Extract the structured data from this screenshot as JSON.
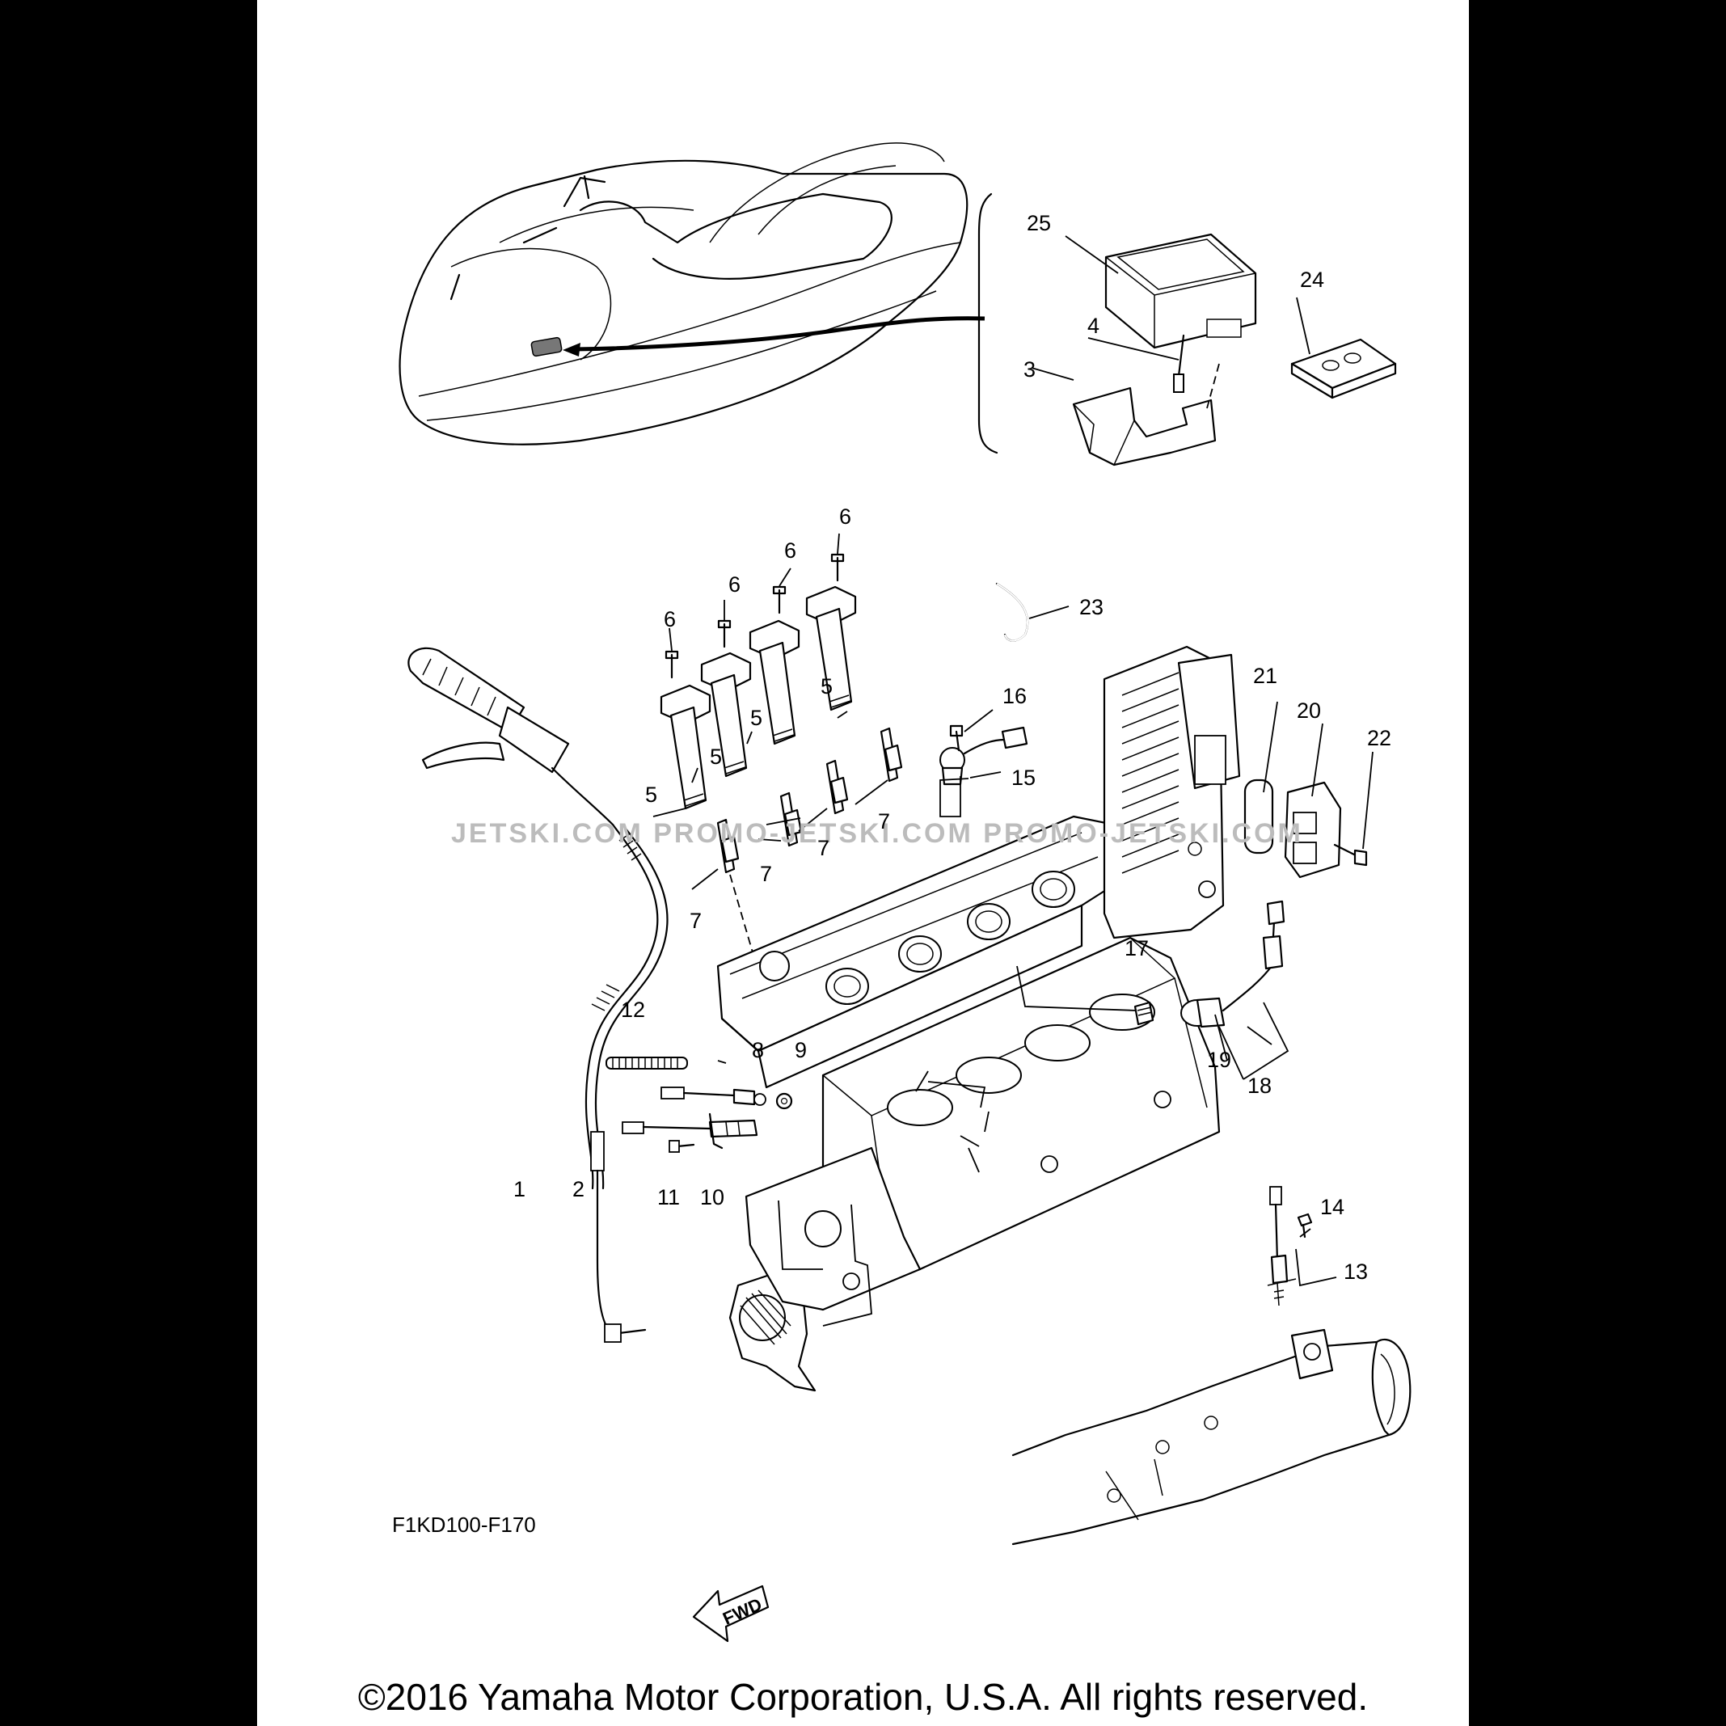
{
  "diagram_code": "F1KD100-F170",
  "copyright": "©2016 Yamaha Motor Corporation, U.S.A. All rights reserved.",
  "fwd_label": "FWD",
  "watermark": "JETSKI.COM    PROMO-JETSKI.COM    PROMO-JETSKI.COM",
  "callouts": {
    "p1": "1",
    "p2": "2",
    "p3": "3",
    "p4": "4",
    "p5a": "5",
    "p5b": "5",
    "p5c": "5",
    "p5d": "5",
    "p6a": "6",
    "p6b": "6",
    "p6c": "6",
    "p6d": "6",
    "p7a": "7",
    "p7b": "7",
    "p7c": "7",
    "p7d": "7",
    "p8": "8",
    "p9": "9",
    "p10": "10",
    "p11": "11",
    "p12": "12",
    "p13": "13",
    "p14": "14",
    "p15": "15",
    "p16": "16",
    "p17": "17",
    "p18": "18",
    "p19": "19",
    "p20": "20",
    "p21": "21",
    "p22": "22",
    "p23": "23",
    "p24": "24",
    "p25": "25"
  }
}
